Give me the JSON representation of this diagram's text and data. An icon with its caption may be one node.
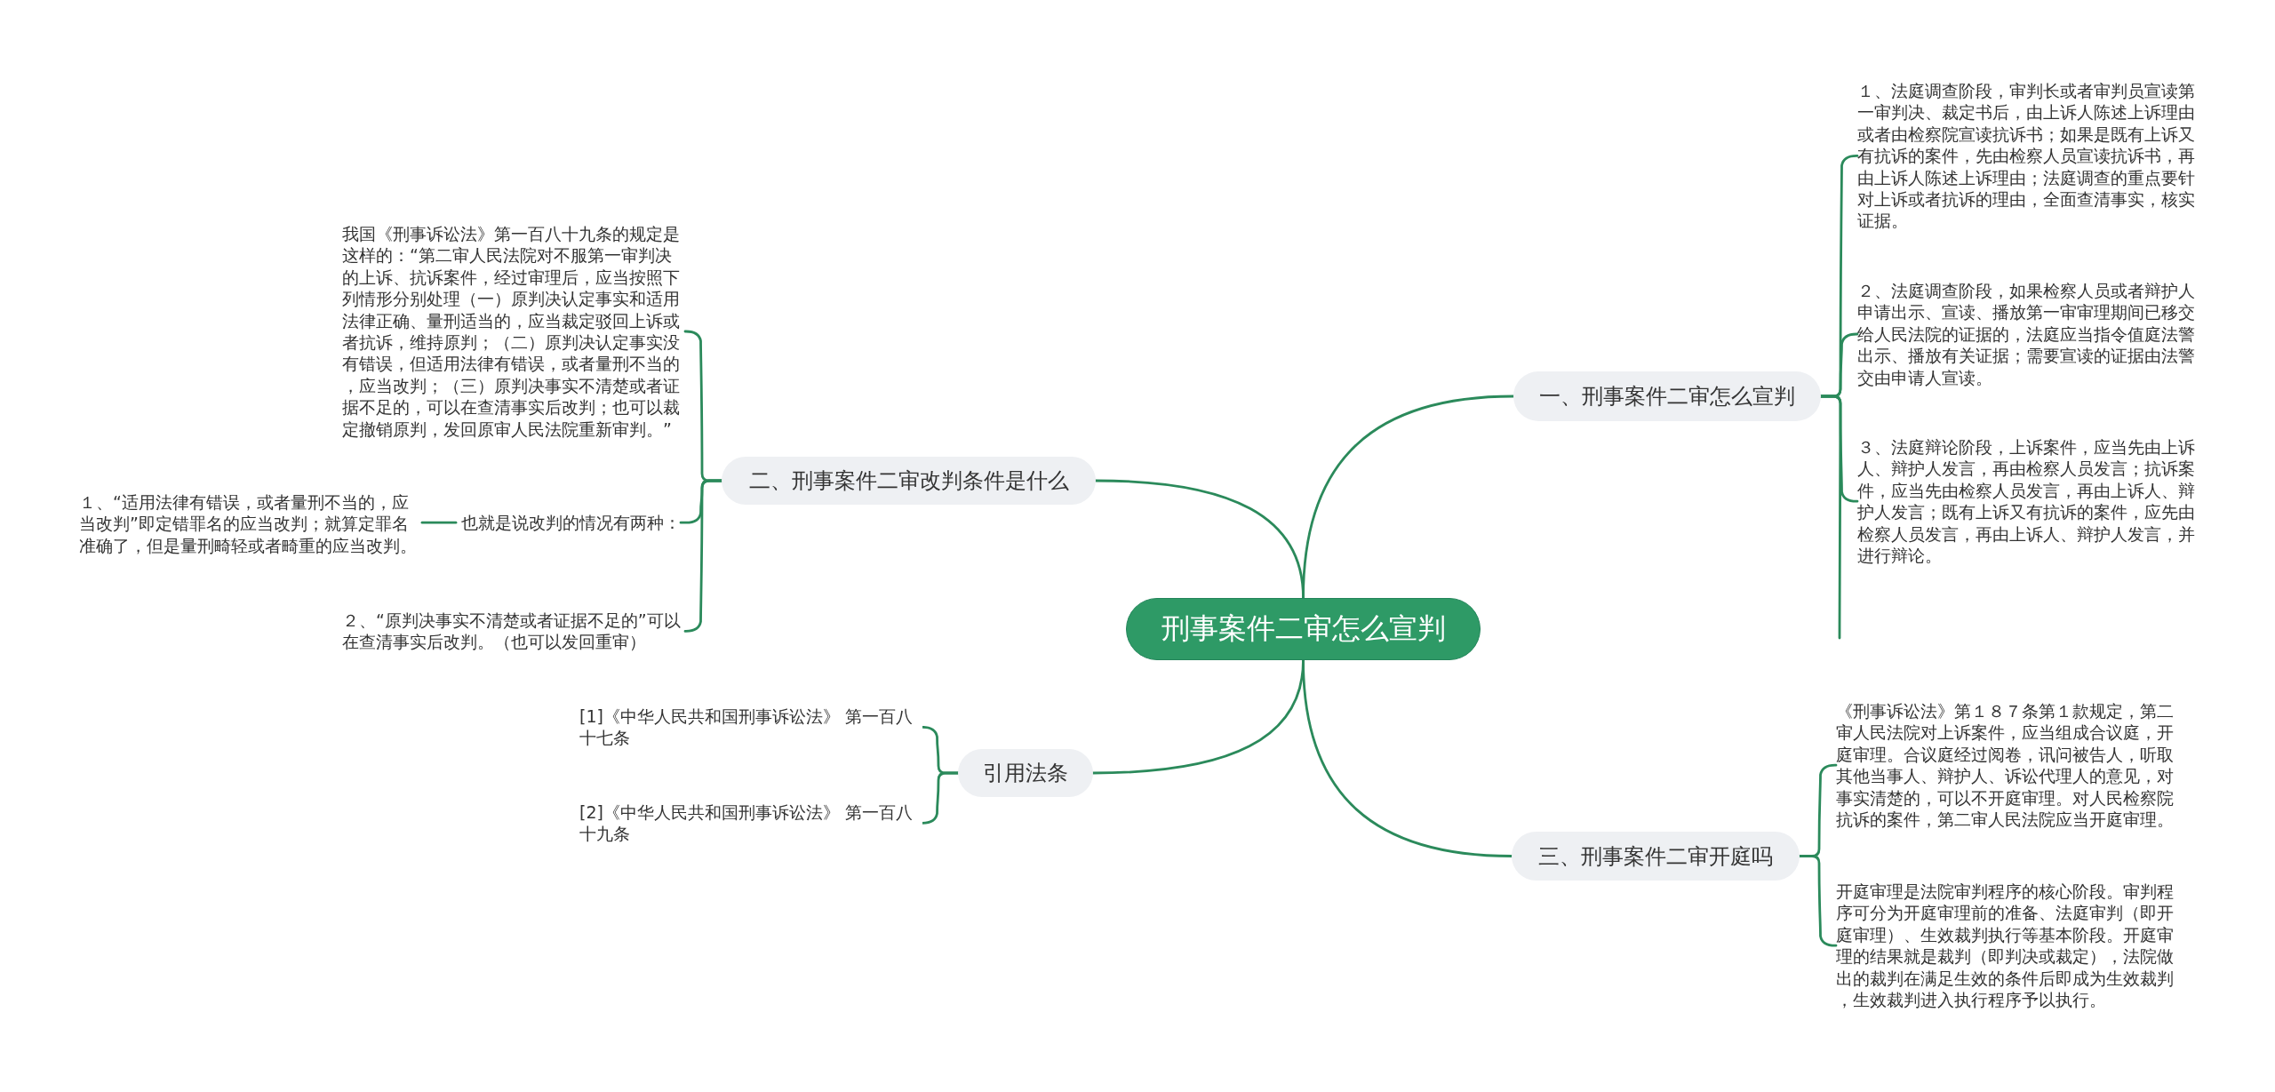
{
  "diagram": {
    "nodes": [
      {
        "text": [
          "刑事案件二审怎么宣判"
        ]
      },
      {
        "text": [
          "一、刑事案件二审怎么宣判"
        ]
      },
      {
        "text": [
          "１、法庭调查阶段，审判长或者审判员宣读第一审判决、裁定书后，由上诉人陈述上诉理由或者由检察院宣读抗诉书；如果是既有上诉又有抗诉的案件，先由检察人员宣读抗诉书，再由上诉人陈述上诉理由；法庭调查的重点要针对上诉或者抗诉的理由，全面查清事实，核实证据。"
        ]
      },
      {
        "text": [
          "２、法庭调查阶段，如果检察人员或者辩护人申请出示、宣读、播放第一审审理期间已移交给人民法院的证据的，法庭应当指令值庭法警出示、播放有关证据；需要宣读的证据由法警交由申请人宣读。"
        ]
      },
      {
        "text": [
          "３、法庭辩论阶段，上诉案件，应当先由上诉人、辩护人发言，再由检察人员发言；抗诉案件，应当先由检察人员发言，再由上诉人、辩护人发言；既有上诉又有抗诉的案件，应先由检察人员发言，再由上诉人、辩护人发言，并进行辩论。"
        ]
      },
      {
        "text": [
          "二、刑事案件二审改判条件是什么"
        ]
      },
      {
        "text": [
          "我国《刑事诉讼法》第一百八十九条的规定是这样的：“第二审人民法院对不服第一审判决的上诉、抗诉案件，经过审理后，应当按照下列情形分别处理（一）原判决认定事实和适用法律正确、量刑适当的，应当裁定驳回上诉或者抗诉，维持原判；（二）原判决认定事实没有错误，但适用法律有错误，或者量刑不当的，应当改判；（三）原判决事实不清楚或者证据不足的，可以在查清事实后改判；也可以裁定撤销原判，发回原审人民法院重新审判。”"
        ]
      },
      {
        "text": [
          "也就是说改判的情况有两种："
        ]
      },
      {
        "text": [
          "１、“适用法律有错误，或者量刑不当的，应当改判”即定错罪名的应当改判；就算定罪名准确了，但是量刑畸轻或者畸重的应当改判。"
        ]
      },
      {
        "text": [
          "２、“原判决事实不清楚或者证据不足的”可以在查清事实后改判。（也可以发回重审）"
        ]
      },
      {
        "text": [
          "引用法条"
        ]
      },
      {
        "text": [
          "[1]《中华人民共和国刑事诉讼法》 第一百八十七条"
        ]
      },
      {
        "text": [
          "[2]《中华人民共和国刑事诉讼法》 第一百八十九条"
        ]
      },
      {
        "text": [
          "三、刑事案件二审开庭吗"
        ]
      },
      {
        "text": [
          "《刑事诉讼法》第１８７条第１款规定，第二审人民法院对上诉案件，应当组成合议庭，开庭审理。合议庭经过阅卷，讯问被告人，听取其他当事人、辩护人、诉讼代理人的意见，对事实清楚的，可以不开庭审理。对人民检察院抗诉的案件，第二审人民法院应当开庭审理。"
        ]
      },
      {
        "text": [
          "开庭审理是法院审判程序的核心阶段。审判程序可分为开庭审理前的准备、法庭审判（即开庭审理）、生效裁判执行等基本阶段。开庭审理的结果就是裁判（即判决或裁定），法院做出的裁判在满足生效的条件后即成为生效裁判，生效裁判进入执行程序予以执行。"
        ]
      }
    ],
    "edges": [
      {
        "from": 0,
        "to": 1,
        "arrow": "none"
      },
      {
        "from": 1,
        "to": 2,
        "arrow": "none"
      },
      {
        "from": 1,
        "to": 3,
        "arrow": "none"
      },
      {
        "from": 1,
        "to": 4,
        "arrow": "none"
      },
      {
        "from": 1,
        "to": null,
        "arrow": "none"
      },
      {
        "from": 0,
        "to": 5,
        "arrow": "none"
      },
      {
        "from": 5,
        "to": 6,
        "arrow": "none"
      },
      {
        "from": 5,
        "to": 7,
        "arrow": "none"
      },
      {
        "from": 7,
        "to": 8,
        "arrow": "none"
      },
      {
        "from": 5,
        "to": 9,
        "arrow": "none"
      },
      {
        "from": 0,
        "to": 10,
        "arrow": "none"
      },
      {
        "from": 10,
        "to": 11,
        "arrow": "none"
      },
      {
        "from": 10,
        "to": 12,
        "arrow": "none"
      },
      {
        "from": 0,
        "to": 13,
        "arrow": "none"
      },
      {
        "from": 13,
        "to": 14,
        "arrow": "none"
      },
      {
        "from": 13,
        "to": 15,
        "arrow": "none"
      }
    ]
  }
}
